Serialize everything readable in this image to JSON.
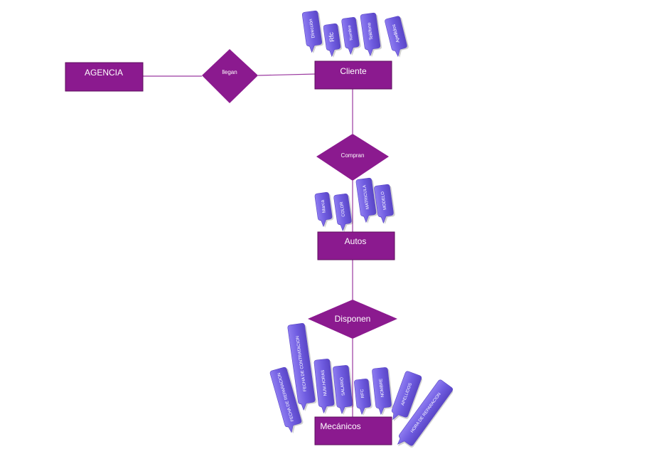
{
  "colors": {
    "entity_fill": "#8b1a8f",
    "relationship_fill": "#8b1a8f",
    "connector": "#9b3aa0",
    "attribute_fill_top": "#8e7cf0",
    "attribute_fill_bottom": "#5a46c6",
    "text": "#ffffff",
    "background": "#ffffff"
  },
  "entities": {
    "agencia": "AGENCIA",
    "cliente": "Cliente",
    "autos": "Autos",
    "mecanicos": "Mecánicos"
  },
  "relationships": {
    "llegan": "llegan",
    "compran": "Compran",
    "disponen": "Disponen"
  },
  "attributes": {
    "cliente": [
      "Dirección",
      "Rfc",
      "Nombre",
      "Teléfono",
      "Apellidos"
    ],
    "autos": [
      "Marca",
      "COLOR",
      "MATRICULA",
      "MODELO"
    ],
    "mecanicos": [
      "FECHA DE REPARACION",
      "FECHA DE CONTRATACION",
      "NUM.HORAS",
      "SALARIO",
      "RFC",
      "NOMBRE",
      "APELLIDOS",
      "HORA DE REPARACION"
    ]
  }
}
